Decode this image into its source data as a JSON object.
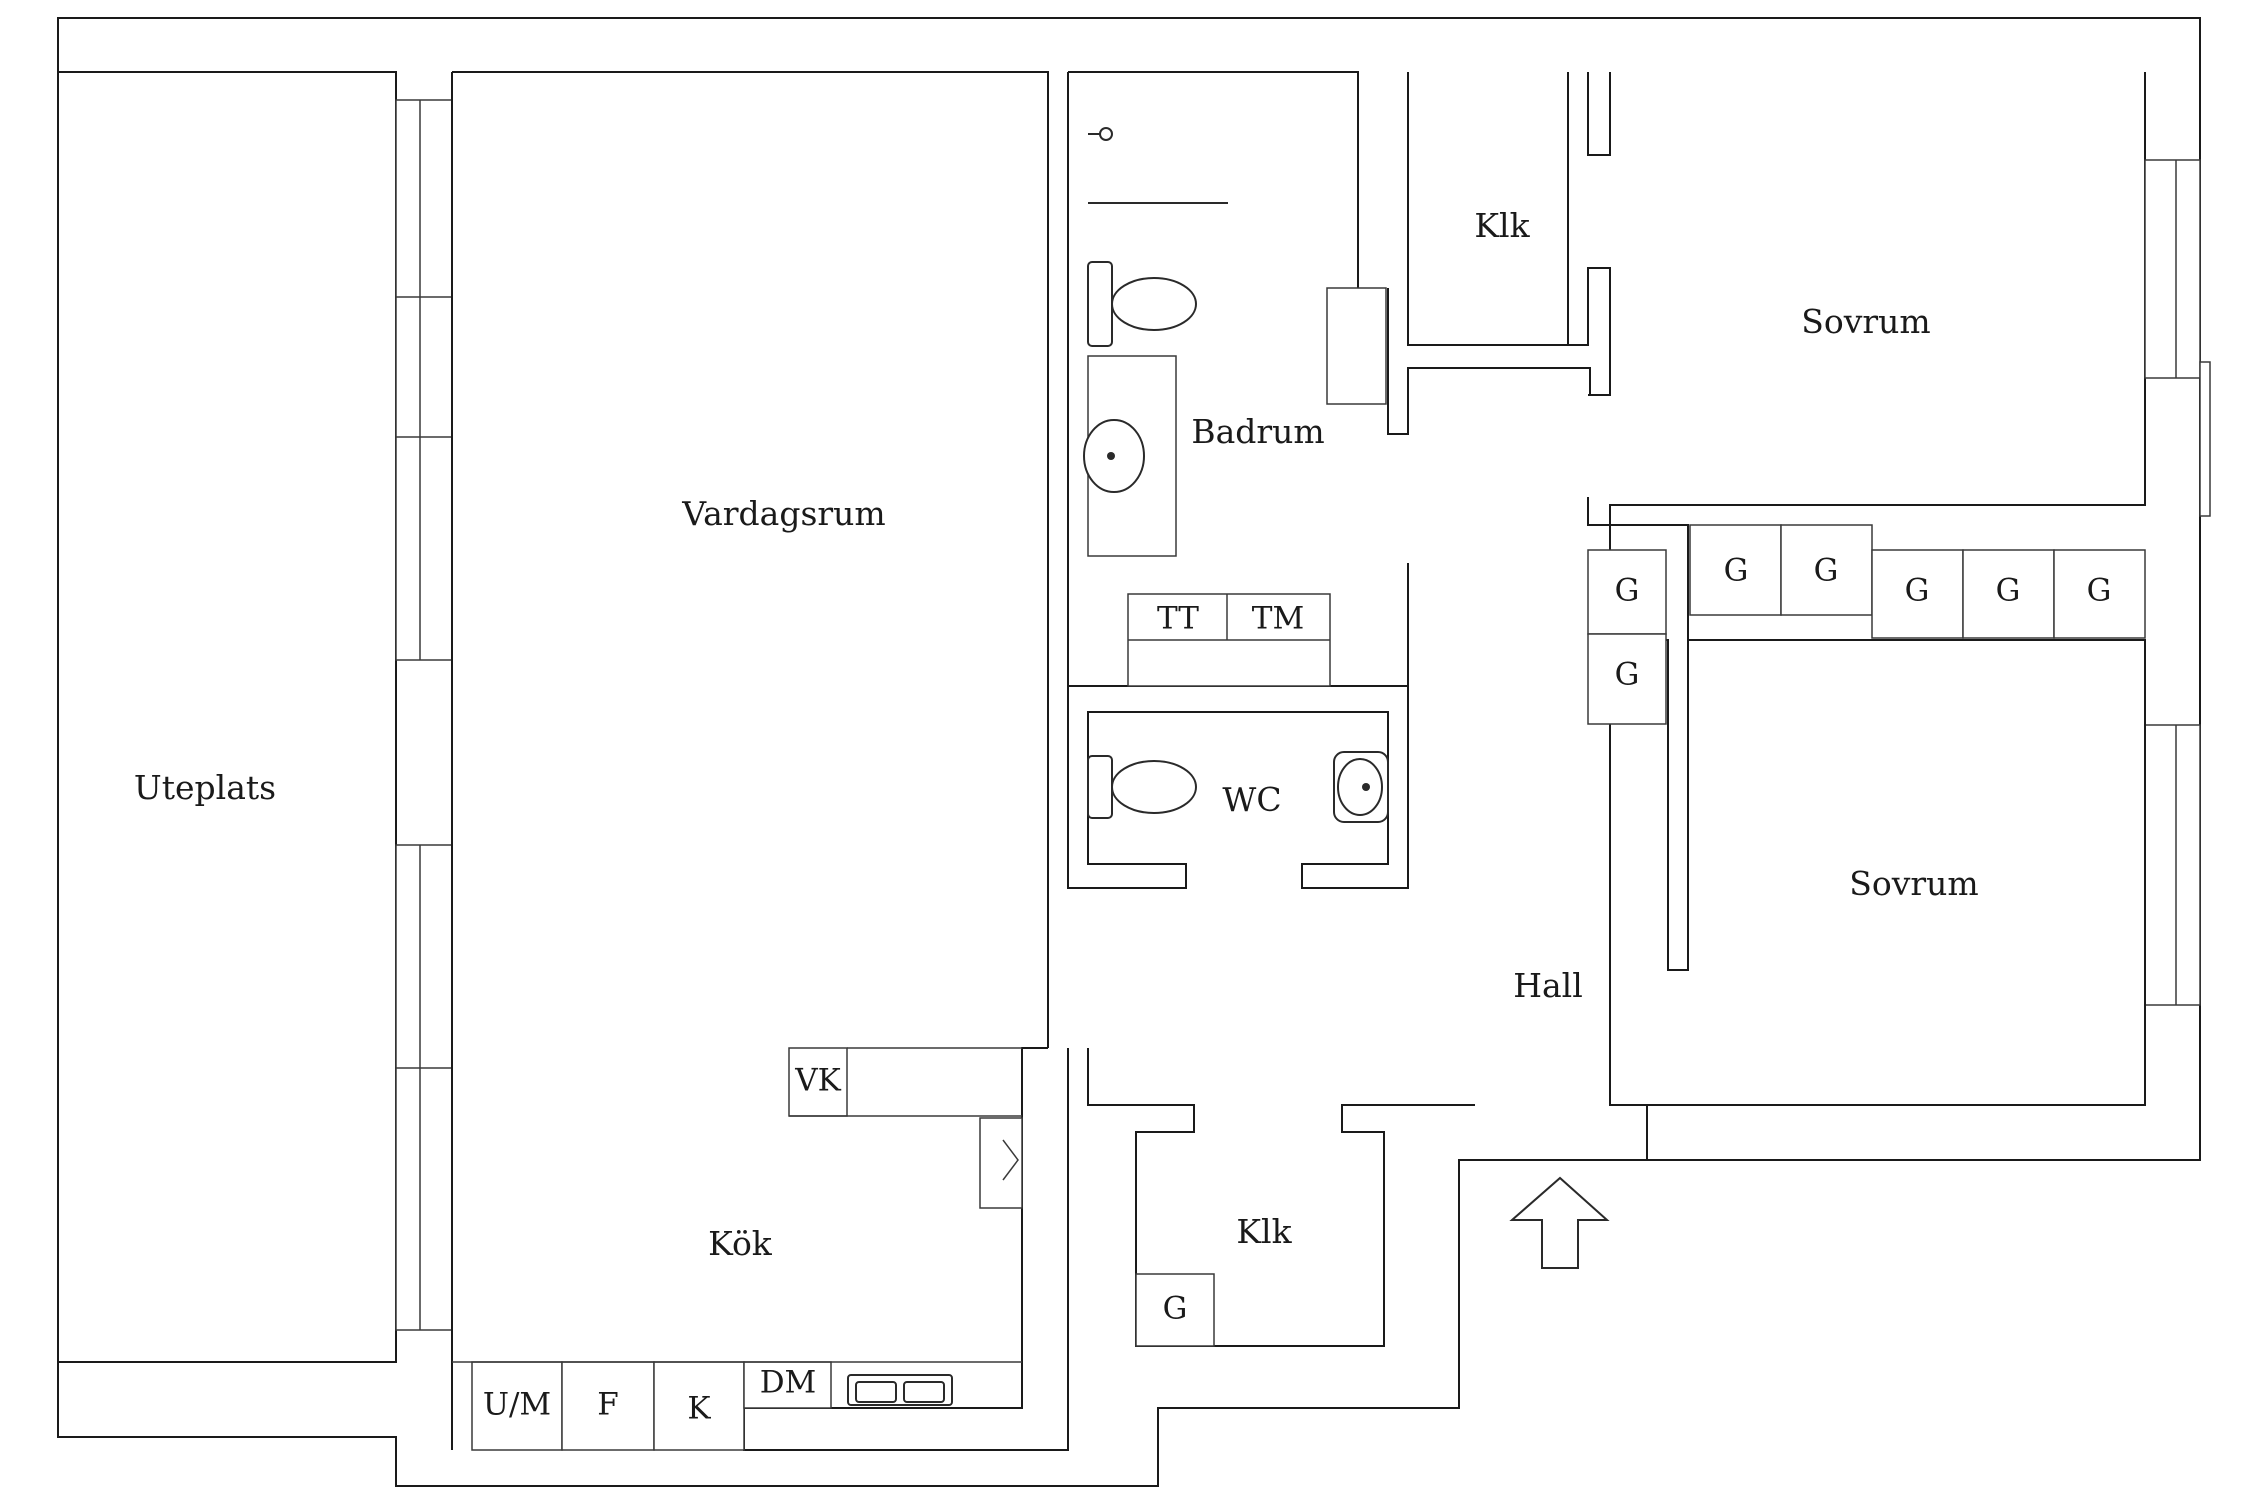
{
  "rooms": {
    "uteplats": "Uteplats",
    "vardagsrum": "Vardagsrum",
    "badrum": "Badrum",
    "klk_top": "Klk",
    "sovrum_top": "Sovrum",
    "wc": "WC",
    "sovrum_bottom": "Sovrum",
    "hall": "Hall",
    "kok": "Kök",
    "klk_bottom": "Klk"
  },
  "fixtures": {
    "tt": "TT",
    "tm": "TM",
    "vk": "VK",
    "um": "U/M",
    "f": "F",
    "k": "K",
    "dm": "DM",
    "wardrobe": "G"
  },
  "icons": {
    "entrance": "entrance-arrow-icon",
    "toilet": "toilet-icon",
    "sink": "sink-icon",
    "shower": "shower-icon",
    "kitchen_sink": "kitchen-sink-icon"
  }
}
